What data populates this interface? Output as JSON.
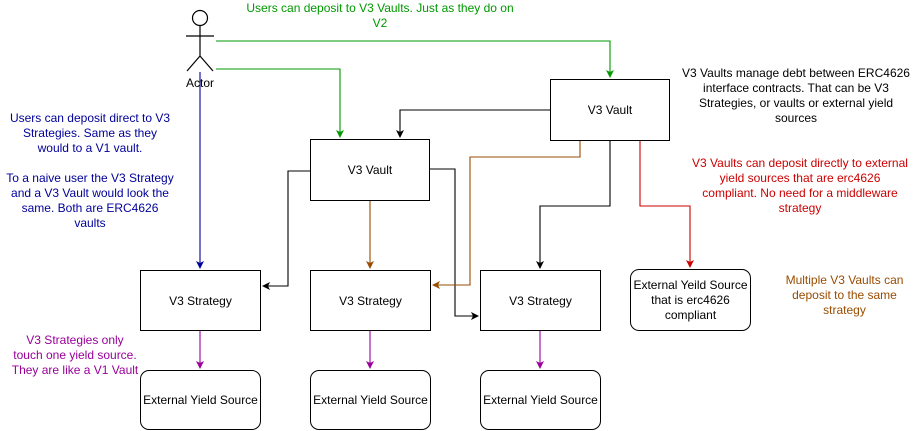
{
  "colors": {
    "green": "#009900",
    "blue": "#000099",
    "red": "#cc0000",
    "brown": "#994c00",
    "purple": "#990099",
    "black": "#000000"
  },
  "actor": {
    "label": "Actor",
    "icon": "stick-figure-icon"
  },
  "nodes": {
    "v3_vault_top": "V3 Vault",
    "v3_vault_mid": "V3 Vault",
    "strategy_1": "V3 Strategy",
    "strategy_2": "V3 Strategy",
    "strategy_3": "V3 Strategy",
    "ext_compliant": [
      "External Yeild Source",
      "that is erc4626",
      "compliant"
    ],
    "ext_1": "External Yield Source",
    "ext_2": "External Yield Source",
    "ext_3": "External Yield Source"
  },
  "notes": {
    "green_top": [
      "Users can deposit to V3 Vaults. Just as they do on",
      "V2"
    ],
    "black_right": [
      "V3 Vaults manage debt between ERC4626",
      "interface contracts. That can be V3",
      "Strategies, or vaults or external yield",
      "sources"
    ],
    "blue_left": [
      "Users can deposit direct to V3",
      "Strategies. Same as they",
      "would to a V1 vault.",
      "",
      "To a naive user the V3 Strategy",
      "and a V3 Vault would look the",
      "same. Both are ERC4626",
      "vaults"
    ],
    "red_right": [
      "V3 Vaults can deposit directly to external",
      "yield sources that are erc4626",
      "compliant. No need for a middleware",
      "strategy"
    ],
    "brown_right": [
      "Multiple V3 Vaults can",
      "deposit to the same",
      "strategy"
    ],
    "purple_left": [
      "V3 Strategies only",
      "touch one yield source.",
      "They are like a V1 Vault"
    ]
  }
}
